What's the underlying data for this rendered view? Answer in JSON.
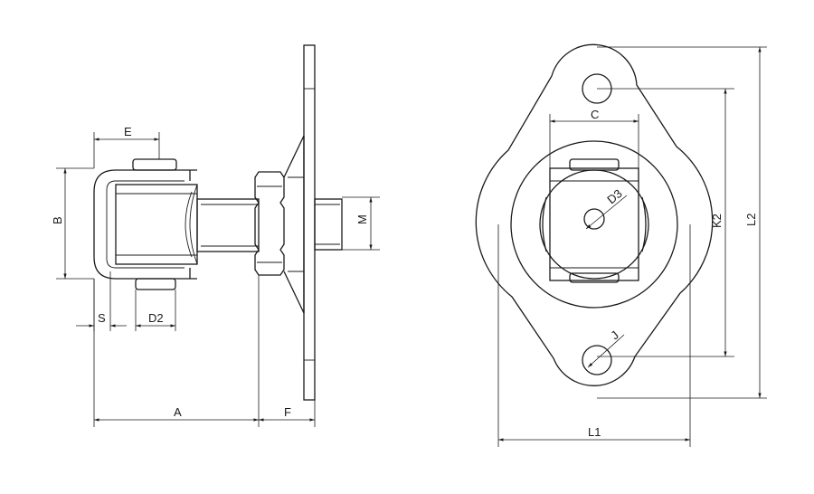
{
  "labels": {
    "E": "E",
    "B": "B",
    "S": "S",
    "D2": "D2",
    "A": "A",
    "F": "F",
    "M": "M",
    "C": "C",
    "D3": "D3",
    "J": "J",
    "K2": "K2",
    "L2": "L2",
    "L1": "L1"
  }
}
